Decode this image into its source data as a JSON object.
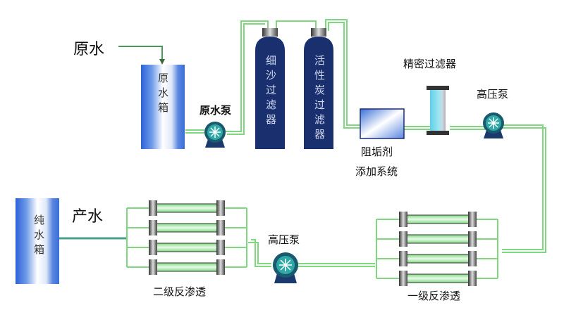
{
  "labels": {
    "raw_water": "原水",
    "raw_tank": "原水箱",
    "raw_pump": "原水泵",
    "sand_filter": "细沙过滤器",
    "carbon_filter": "活性炭过滤器",
    "precision_filter": "精密过滤器",
    "hp_pump_1": "高压泵",
    "antiscalant_line1": "阻垢剂",
    "antiscalant_line2": "添加系统",
    "ro_stage1": "一级反渗透",
    "hp_pump_2": "高压泵",
    "ro_stage2": "二级反渗透",
    "product_water": "产水",
    "pure_tank": "纯水箱"
  },
  "colors": {
    "pipe": "#7fd87f",
    "tank": "#3a6fd8",
    "vessel": "#1a2f6e",
    "pump": "#1a5a6e"
  }
}
